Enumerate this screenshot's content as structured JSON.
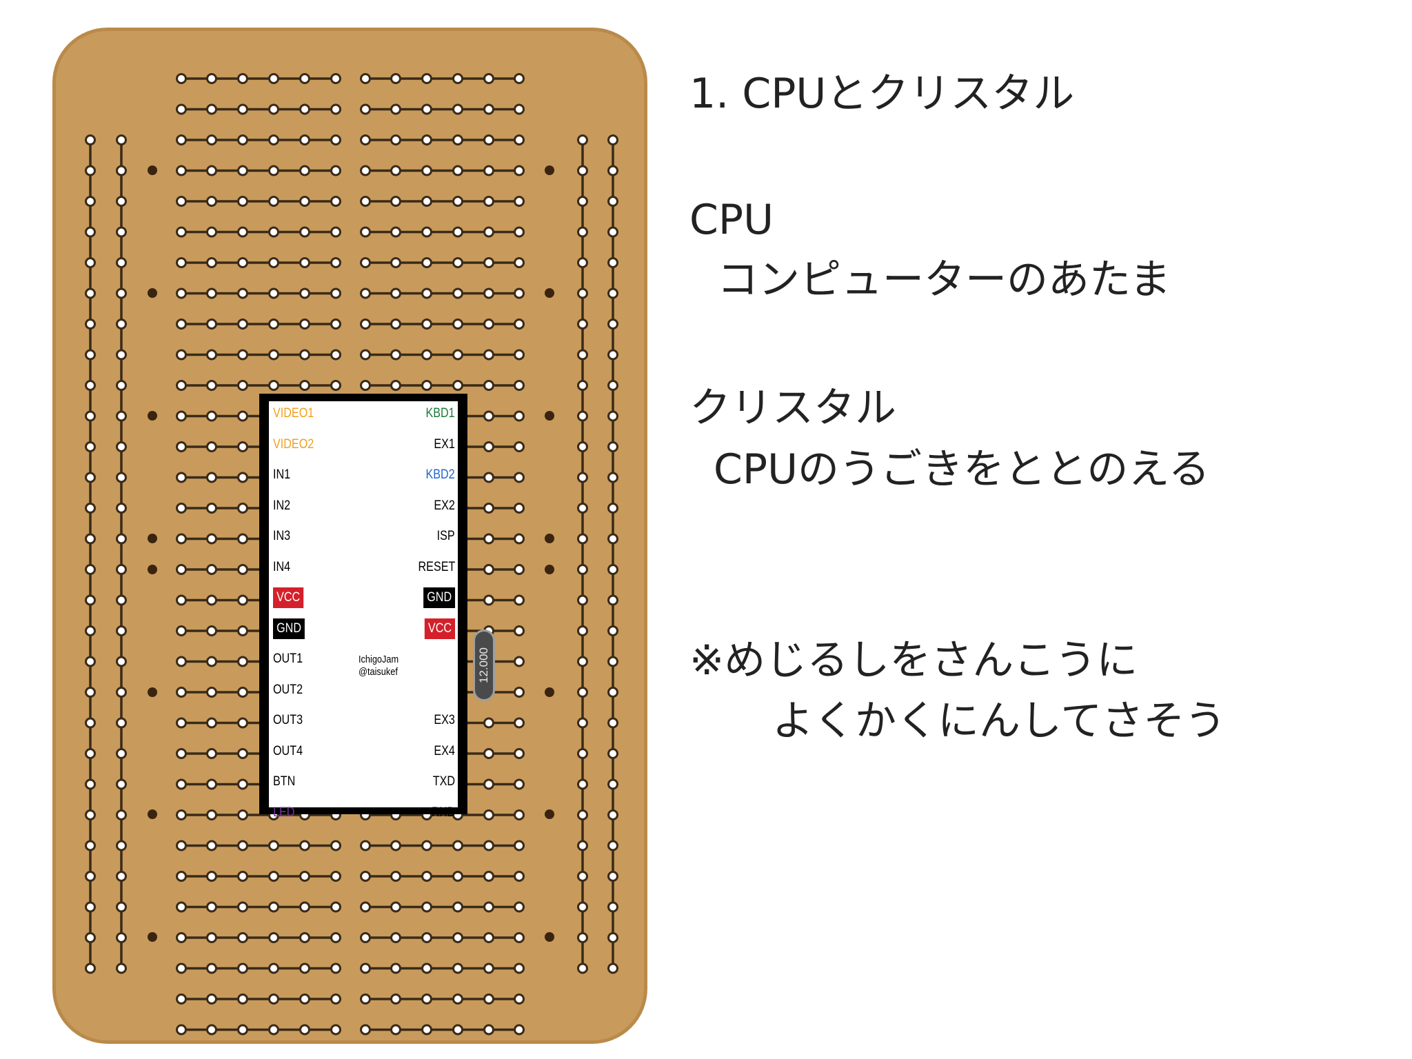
{
  "heading": "1. CPUとクリスタル",
  "cpu": {
    "term": "CPU",
    "desc": "コンピューターのあたま"
  },
  "crystal": {
    "term": "クリスタル",
    "desc": "CPUのうごきをととのえる"
  },
  "note": {
    "line1": "※めじるしをさんこうに",
    "line2": "よくかくにんしてさそう"
  },
  "chip": {
    "left_pins": [
      "VIDEO1",
      "VIDEO2",
      "IN1",
      "IN2",
      "IN3",
      "IN4",
      "VCC",
      "GND",
      "OUT1",
      "OUT2",
      "OUT3",
      "OUT4",
      "BTN",
      "LED"
    ],
    "right_pins": [
      "KBD1",
      "EX1",
      "KBD2",
      "EX2",
      "ISP",
      "RESET",
      "GND",
      "VCC",
      "",
      "",
      "EX3",
      "EX4",
      "TXD",
      "RXD"
    ],
    "credit": [
      "IchigoJam",
      "@taisukef"
    ]
  },
  "crystal_part": {
    "label": "12.000"
  },
  "colors": {
    "board": "#c89b5c",
    "video": "#f0a020",
    "kbd1": "#1b7a3a",
    "kbd2": "#2266cc",
    "led": "#7733aa",
    "vcc": "#d4202a",
    "gnd": "#000000"
  }
}
